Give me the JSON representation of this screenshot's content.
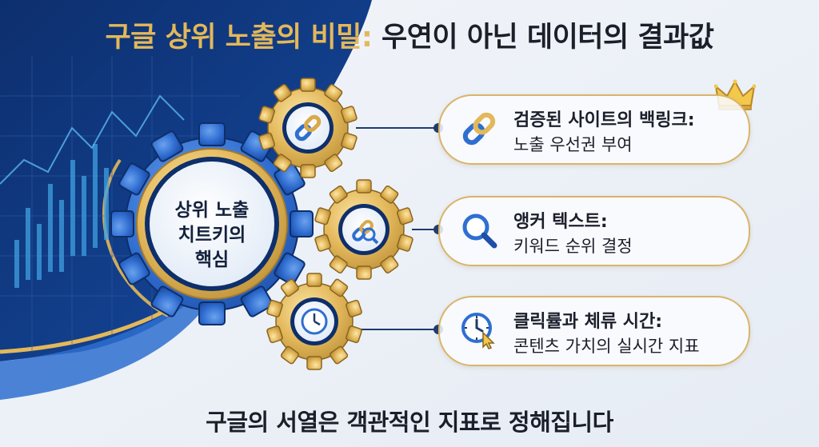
{
  "title": {
    "highlight": "구글 상위 노출의 비밀:",
    "rest": " 우연이 아닌 데이터의 결과값"
  },
  "core": {
    "lines": [
      "상위 노출",
      "치트키의",
      "핵심"
    ]
  },
  "items": [
    {
      "title": "검증된 사이트의 백링크:",
      "desc": "노출 우선권 부여",
      "icon": "link-icon"
    },
    {
      "title": "앵커 텍스트:",
      "desc": "키워드 순위 결정",
      "icon": "magnifier-icon"
    },
    {
      "title": "클릭률과 체류 시간:",
      "desc": "콘텐츠 가치의 실시간 지표",
      "icon": "clock-cursor-icon"
    }
  ],
  "footer": "구글의 서열은 객관적인 지표로 정해집니다",
  "colors": {
    "gold": "#e3b85a",
    "navy": "#0b2a66",
    "blue": "#2e6fd0",
    "dark_text": "#1b1f2a"
  }
}
